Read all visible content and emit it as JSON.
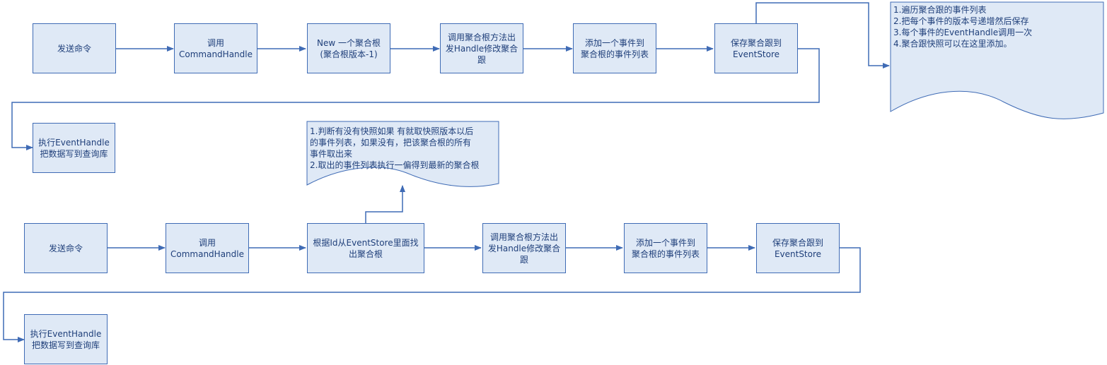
{
  "colors": {
    "box_fill": "#dfe9f6",
    "box_stroke": "#3f6bb5",
    "text": "#1f3f7a",
    "connector": "#3f6bb5"
  },
  "flow1": {
    "send_command": "发送命令",
    "call_handler": "调用\nCommandHandle",
    "new_aggregate": "New 一个聚合根\n(聚合根版本-1)",
    "invoke_method": "调用聚合根方法出\n发Handle修改聚合\n跟",
    "add_event": "添加一个事件到\n聚合根的事件列表",
    "save_store": "保存聚合跟到\nEventStore",
    "exec_event_handle": "执行EventHandle\n把数据写到查询库",
    "note": "1.遍历聚合跟的事件列表\n2.把每个事件的版本号递增然后保存\n3.每个事件的EventHandle调用一次\n4.聚合跟快照可以在这里添加。"
  },
  "flow2": {
    "send_command": "发送命令",
    "call_handler": "调用\nCommandHandle",
    "load_aggregate": "根据Id从EventStore里面找\n出聚合根",
    "invoke_method": "调用聚合根方法出\n发Handle修改聚合\n跟",
    "add_event": "添加一个事件到\n聚合根的事件列表",
    "save_store": "保存聚合跟到\nEventStore",
    "exec_event_handle": "执行EventHandle\n把数据写到查询库",
    "note": "1.判断有没有快照如果 有就取快照版本以后\n的事件列表，如果没有，把该聚合根的所有\n事件取出来\n2.取出的事件列表执行一偏得到最新的聚合根"
  }
}
